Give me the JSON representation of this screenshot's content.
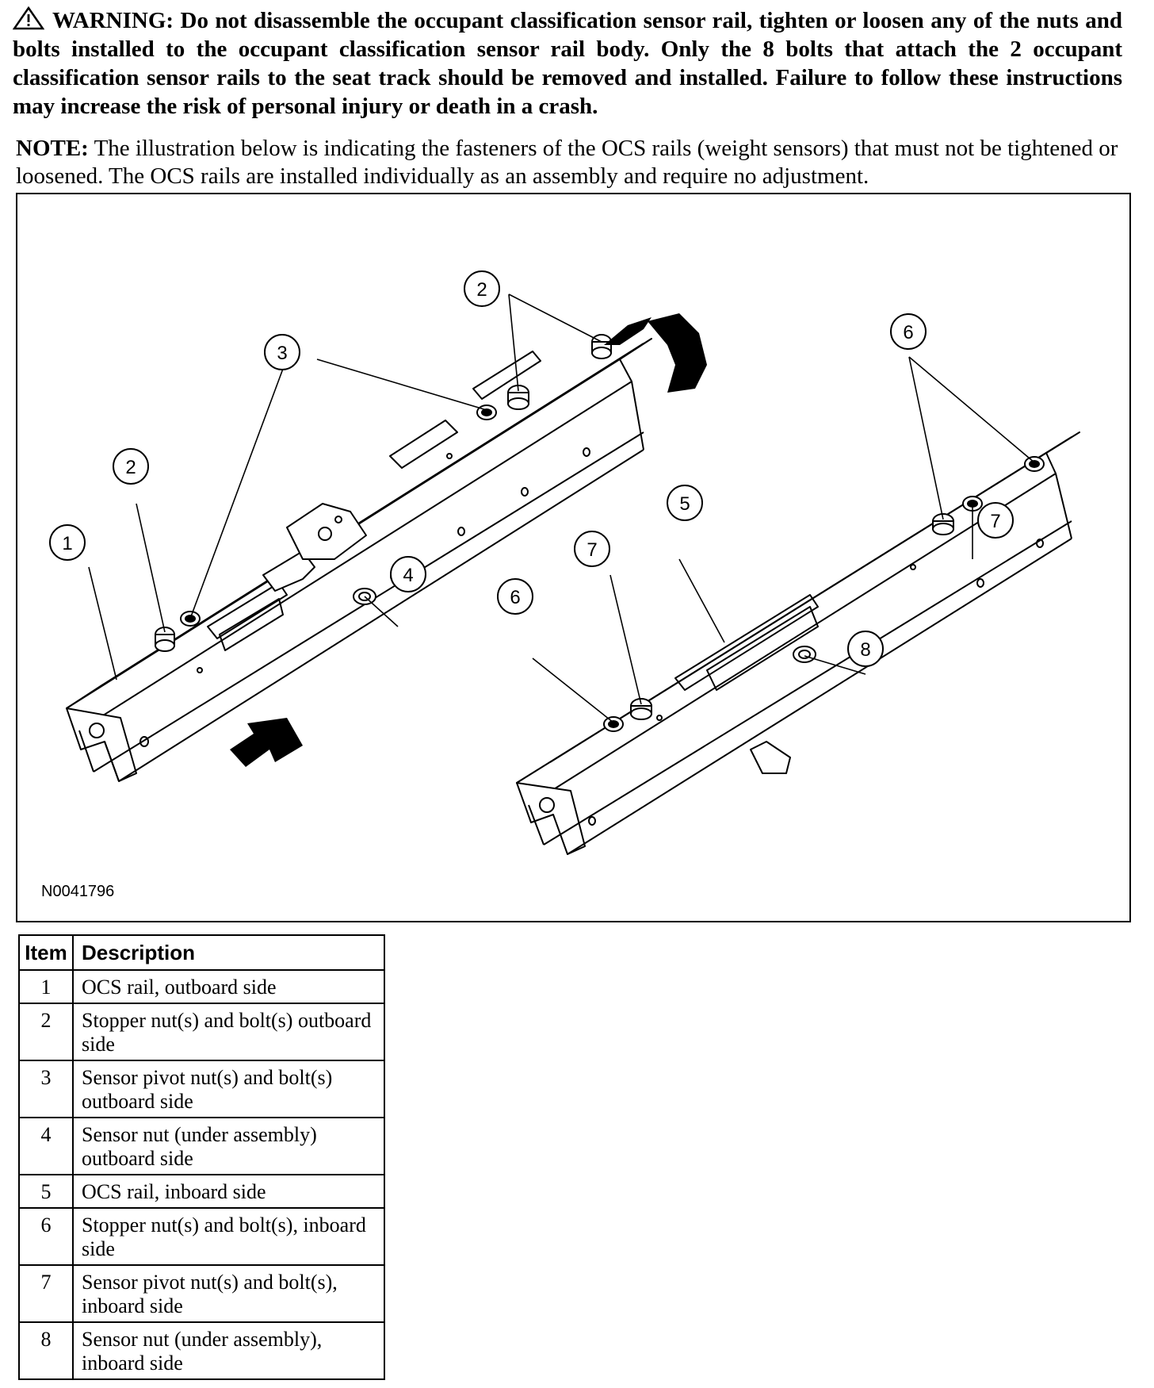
{
  "warning": {
    "icon": "warning-triangle-icon",
    "text": "WARNING: Do not disassemble the occupant classification sensor rail, tighten or loosen any of the nuts and bolts installed to the occupant classification sensor rail body. Only the 8 bolts that attach the 2 occupant classification sensor rails to the seat track should be removed and installed. Failure to follow these instructions may increase the risk of personal injury or death in a crash."
  },
  "note": {
    "label": "NOTE:",
    "text": " The illustration below is indicating the fasteners of the OCS rails (weight sensors) that must not be tightened or loosened. The OCS rails are installed individually as an assembly and require no adjustment."
  },
  "figure": {
    "id": "N0041796",
    "callouts": [
      "1",
      "2",
      "2",
      "3",
      "4",
      "5",
      "6",
      "6",
      "7",
      "7",
      "8"
    ]
  },
  "table": {
    "headers": [
      "Item",
      "Description"
    ],
    "rows": [
      {
        "item": "1",
        "description": "OCS rail, outboard side"
      },
      {
        "item": "2",
        "description": "Stopper nut(s) and bolt(s) outboard side"
      },
      {
        "item": "3",
        "description": "Sensor pivot nut(s) and bolt(s) outboard side"
      },
      {
        "item": "4",
        "description": "Sensor nut (under assembly) outboard side"
      },
      {
        "item": "5",
        "description": "OCS rail, inboard side"
      },
      {
        "item": "6",
        "description": "Stopper nut(s) and bolt(s), inboard side"
      },
      {
        "item": "7",
        "description": "Sensor pivot nut(s) and bolt(s), inboard side"
      },
      {
        "item": "8",
        "description": "Sensor nut (under assembly), inboard side"
      }
    ]
  }
}
